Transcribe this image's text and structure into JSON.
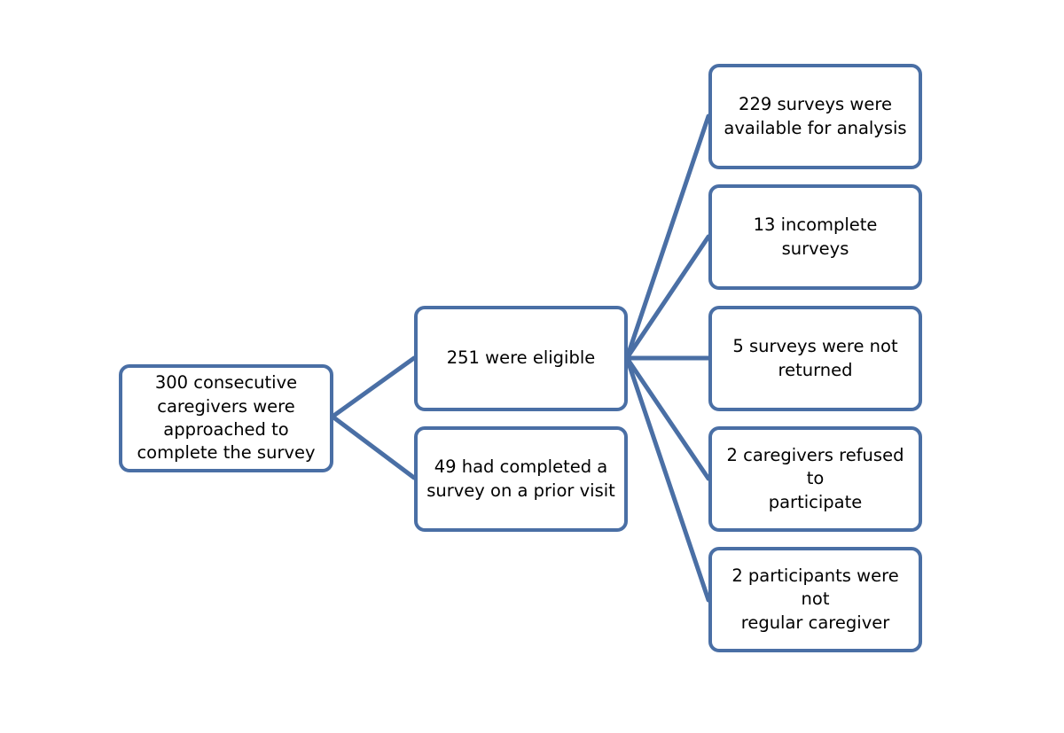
{
  "diagram": {
    "line_color": "#4a6fa5",
    "border_color": "#4a6fa5",
    "nodes": {
      "approached": "300 consecutive\ncaregivers were\napproached  to\ncomplete the survey",
      "eligible": "251 were eligible",
      "prior_visit": "49 had completed a\nsurvey on a prior visit",
      "available": "229 surveys were\navailable for analysis",
      "incomplete": "13 incomplete surveys",
      "not_returned": "5 surveys were not\nreturned",
      "refused": "2 caregivers refused to\nparticipate",
      "not_regular": "2 participants were not\nregular caregiver"
    },
    "edges": [
      {
        "from": "approached",
        "to": "eligible"
      },
      {
        "from": "approached",
        "to": "prior_visit"
      },
      {
        "from": "eligible",
        "to": "available"
      },
      {
        "from": "eligible",
        "to": "incomplete"
      },
      {
        "from": "eligible",
        "to": "not_returned"
      },
      {
        "from": "eligible",
        "to": "refused"
      },
      {
        "from": "eligible",
        "to": "not_regular"
      }
    ]
  }
}
